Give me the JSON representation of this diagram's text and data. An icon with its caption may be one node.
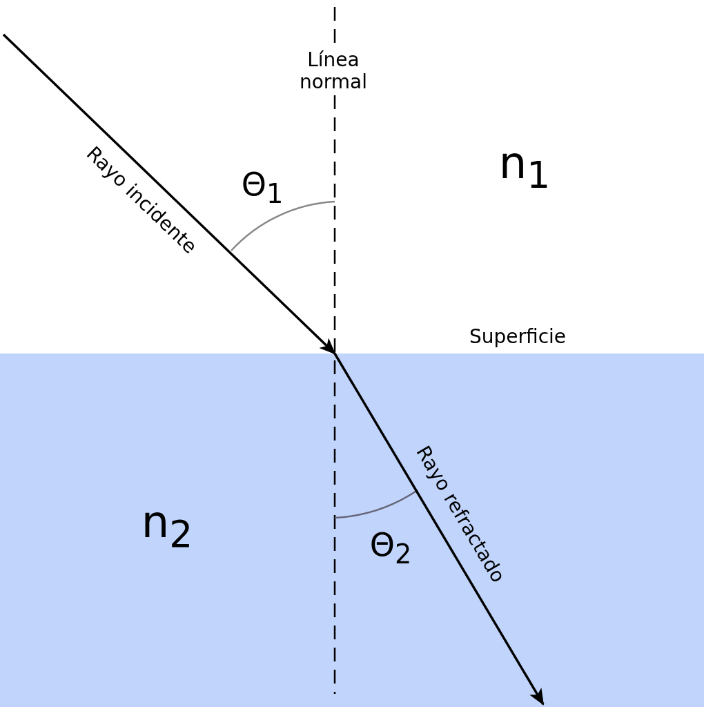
{
  "diagram": {
    "labels": [
      "Línea normal",
      "Rayo incidente",
      "n$_{1}$",
      "Θ$_{1}$",
      "Superficie",
      "Rayo refractado",
      "n$_{2}$",
      "Θ$_{2}$"
    ]
  }
}
